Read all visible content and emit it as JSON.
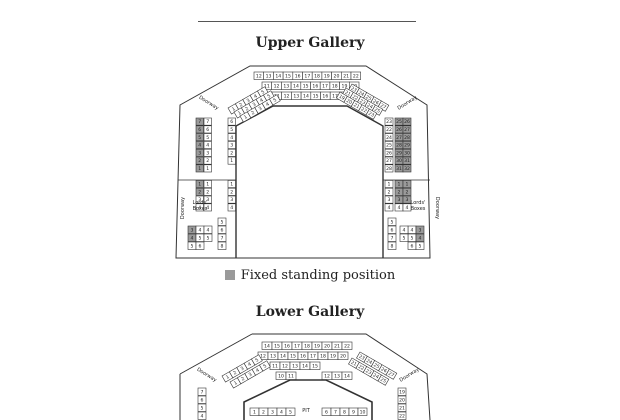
{
  "colors": {
    "line": "#333333",
    "standing_fill": "#9a9a9a",
    "seat_fill": "#ffffff",
    "text": "#222222"
  },
  "upper_gallery": {
    "title": "Upper Gallery",
    "door_label": "Doorway",
    "boxes_label_1": "Lords'",
    "boxes_label_2": "Boxes",
    "top_rows": [
      {
        "seats": [
          "12",
          "13",
          "14",
          "15",
          "16",
          "17",
          "18",
          "19",
          "20",
          "21",
          "22"
        ]
      },
      {
        "seats": [
          "11",
          "12",
          "13",
          "14",
          "15",
          "16",
          "17",
          "18",
          "19",
          "20"
        ]
      },
      {
        "seats": [
          "11",
          "12",
          "13",
          "14",
          "15",
          "16",
          "17",
          "18"
        ]
      }
    ],
    "left_diag_rows": [
      {
        "seats": [
          "1",
          "2",
          "3",
          "4",
          "5",
          "6",
          "7",
          "8",
          "9",
          "10",
          "11"
        ]
      },
      {
        "seats": [
          "1",
          "2",
          "3",
          "4",
          "5",
          "6",
          "7",
          "8",
          "9",
          "10"
        ]
      },
      {
        "seats": [
          "1",
          "2",
          "3",
          "4",
          "5",
          "6",
          "7",
          "8",
          "9",
          "10"
        ]
      }
    ],
    "right_diag_rows": [
      {
        "seats": [
          "23",
          "24",
          "25",
          "26",
          "27",
          "28",
          "29",
          "30",
          "31",
          "32",
          "33"
        ]
      },
      {
        "seats": [
          "21",
          "22",
          "23",
          "24",
          "25",
          "26",
          "27",
          "28",
          "29",
          "30"
        ]
      },
      {
        "seats": [
          "19",
          "20",
          "21",
          "22",
          "23",
          "24",
          "25",
          "26",
          "27",
          "28"
        ]
      }
    ],
    "left_columns": [
      {
        "seats": [
          {
            "n": "7",
            "s": true
          },
          {
            "n": "6",
            "s": true
          },
          {
            "n": "5",
            "s": true
          },
          {
            "n": "4",
            "s": true
          },
          {
            "n": "3",
            "s": true
          },
          {
            "n": "2",
            "s": true
          },
          {
            "n": "1",
            "s": true
          },
          {
            "n": "",
            "s": false
          },
          {
            "n": "1",
            "s": true
          },
          {
            "n": "2",
            "s": true
          },
          {
            "n": "3",
            "s": false
          },
          {
            "n": "4",
            "s": false
          }
        ]
      },
      {
        "seats": [
          {
            "n": "7",
            "s": false
          },
          {
            "n": "6",
            "s": false
          },
          {
            "n": "5",
            "s": false
          },
          {
            "n": "4",
            "s": false
          },
          {
            "n": "3",
            "s": false
          },
          {
            "n": "2",
            "s": false
          },
          {
            "n": "1",
            "s": false
          },
          {
            "n": "",
            "s": false
          },
          {
            "n": "1",
            "s": false
          },
          {
            "n": "2",
            "s": false
          },
          {
            "n": "3",
            "s": false
          },
          {
            "n": "4",
            "s": false
          }
        ]
      },
      {
        "seats": [
          {
            "n": "6",
            "s": false
          },
          {
            "n": "5",
            "s": false
          },
          {
            "n": "4",
            "s": false
          },
          {
            "n": "3",
            "s": false
          },
          {
            "n": "2",
            "s": false
          },
          {
            "n": "1",
            "s": false
          },
          {
            "n": "",
            "s": false
          },
          {
            "n": "",
            "s": false
          },
          {
            "n": "1",
            "s": false
          },
          {
            "n": "2",
            "s": false
          },
          {
            "n": "3",
            "s": false
          },
          {
            "n": "4",
            "s": false
          }
        ]
      }
    ],
    "right_columns": [
      {
        "seats": [
          {
            "n": "23",
            "s": false
          },
          {
            "n": "22",
            "s": false
          },
          {
            "n": "24",
            "s": false
          },
          {
            "n": "25",
            "s": false
          },
          {
            "n": "26",
            "s": false
          },
          {
            "n": "27",
            "s": false
          },
          {
            "n": "28",
            "s": false
          },
          {
            "n": "",
            "s": false
          },
          {
            "n": "1",
            "s": false
          },
          {
            "n": "2",
            "s": false
          },
          {
            "n": "3",
            "s": false
          },
          {
            "n": "4",
            "s": false
          }
        ]
      },
      {
        "seats": [
          {
            "n": "25",
            "s": true
          },
          {
            "n": "26",
            "s": true
          },
          {
            "n": "27",
            "s": true
          },
          {
            "n": "28",
            "s": true
          },
          {
            "n": "29",
            "s": true
          },
          {
            "n": "30",
            "s": true
          },
          {
            "n": "31",
            "s": true
          },
          {
            "n": "",
            "s": false
          },
          {
            "n": "1",
            "s": true
          },
          {
            "n": "2",
            "s": true
          },
          {
            "n": "3",
            "s": true
          },
          {
            "n": "4",
            "s": false
          }
        ]
      },
      {
        "seats": [
          {
            "n": "26",
            "s": true
          },
          {
            "n": "27",
            "s": true
          },
          {
            "n": "28",
            "s": true
          },
          {
            "n": "29",
            "s": true
          },
          {
            "n": "30",
            "s": true
          },
          {
            "n": "31",
            "s": true
          },
          {
            "n": "32",
            "s": true
          },
          {
            "n": "",
            "s": false
          },
          {
            "n": "1",
            "s": true
          },
          {
            "n": "2",
            "s": true
          },
          {
            "n": "3",
            "s": true
          },
          {
            "n": "4",
            "s": false
          }
        ]
      }
    ],
    "left_box_seats": [
      {
        "n": "3",
        "s": true
      },
      {
        "n": "4",
        "s": false
      },
      {
        "n": "4",
        "s": true
      },
      {
        "n": "5",
        "s": false
      },
      {
        "n": "5",
        "s": false
      },
      {
        "n": "6",
        "s": false
      }
    ],
    "left_box_col": [
      "5",
      "6",
      "7",
      "8"
    ],
    "right_box_seats": [
      {
        "n": "4",
        "s": false
      },
      {
        "n": "3",
        "s": true
      },
      {
        "n": "5",
        "s": false
      },
      {
        "n": "4",
        "s": true
      },
      {
        "n": "6",
        "s": false
      },
      {
        "n": "5",
        "s": false
      }
    ],
    "right_box_col": [
      "5",
      "6",
      "7",
      "8"
    ]
  },
  "legend": {
    "label": "Fixed standing position"
  },
  "lower_gallery": {
    "title": "Lower Gallery",
    "door_label": "Doorway",
    "pit_label": "PIT",
    "top_rows": [
      {
        "seats": [
          "14",
          "15",
          "16",
          "17",
          "18",
          "19",
          "20",
          "21",
          "22"
        ]
      },
      {
        "seats": [
          "12",
          "13",
          "14",
          "15",
          "16",
          "17",
          "18",
          "19",
          "20"
        ]
      },
      {
        "seats": [
          "11",
          "12",
          "13",
          "14",
          "15"
        ]
      }
    ],
    "inner_left": [
      "10",
      "11"
    ],
    "inner_right": [
      "12",
      "13",
      "14"
    ],
    "left_diag_rows": [
      {
        "seats": [
          "1",
          "2",
          "3",
          "4",
          "5",
          "6",
          "7",
          "8",
          "9",
          "10"
        ]
      },
      {
        "seats": [
          "1",
          "2",
          "3",
          "4",
          "5",
          "6",
          "7",
          "8",
          "9"
        ]
      }
    ],
    "right_diag_rows": [
      {
        "seats": [
          "23",
          "24",
          "25",
          "26",
          "27",
          "28"
        ]
      },
      {
        "seats": [
          "21",
          "22",
          "23",
          "24",
          "25",
          "26"
        ]
      }
    ],
    "left_side": [
      "7",
      "6",
      "5",
      "4"
    ],
    "right_side": [
      "19",
      "20",
      "21",
      "22"
    ],
    "pit_left": [
      "1",
      "2",
      "3",
      "4",
      "5"
    ],
    "pit_right": [
      "6",
      "7",
      "8",
      "9",
      "10"
    ]
  }
}
